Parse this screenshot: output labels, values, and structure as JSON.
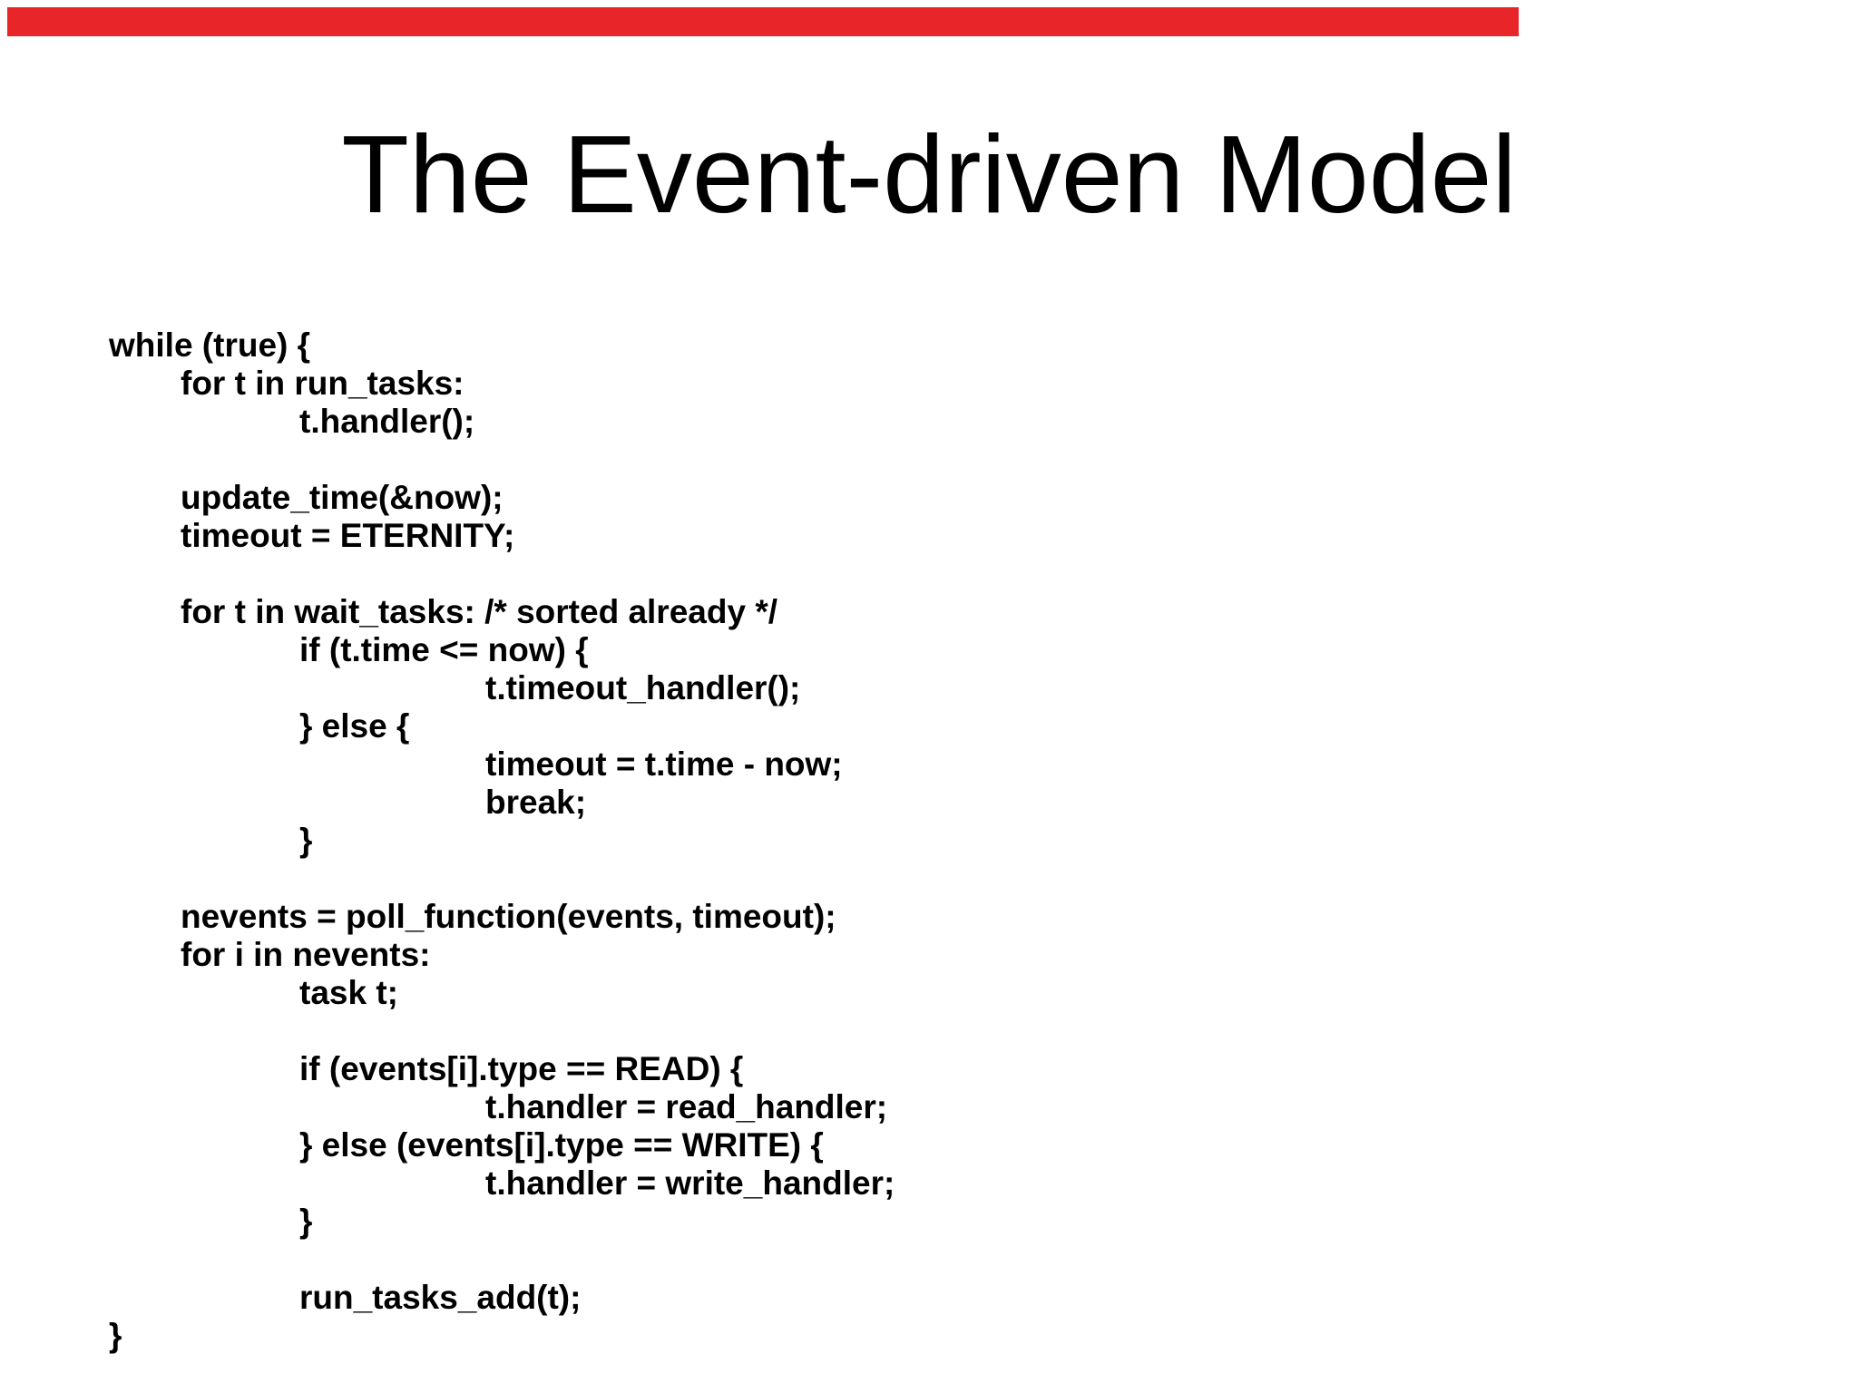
{
  "slide": {
    "title": "The Event-driven Model",
    "background_color": "#ffffff",
    "text_color": "#000000"
  },
  "top_bar": {
    "color": "#e8262a"
  },
  "code": {
    "lines": [
      {
        "text": "while (true) {",
        "indent": 0
      },
      {
        "text": "for t in run_tasks:",
        "indent": 1
      },
      {
        "text": "t.handler();",
        "indent": 2
      },
      {
        "text": "",
        "indent": 0
      },
      {
        "text": "update_time(&now);",
        "indent": 1
      },
      {
        "text": "timeout = ETERNITY;",
        "indent": 1
      },
      {
        "text": "",
        "indent": 0
      },
      {
        "text": "for t in wait_tasks: /* sorted already */",
        "indent": 1
      },
      {
        "text": "if (t.time <= now) {",
        "indent": 2
      },
      {
        "text": "t.timeout_handler();",
        "indent": 3
      },
      {
        "text": "} else {",
        "indent": 2
      },
      {
        "text": "timeout = t.time - now;",
        "indent": 3
      },
      {
        "text": "break;",
        "indent": 3
      },
      {
        "text": "}",
        "indent": 2
      },
      {
        "text": "",
        "indent": 0
      },
      {
        "text": "nevents = poll_function(events, timeout);",
        "indent": 1
      },
      {
        "text": "for i in nevents:",
        "indent": 1
      },
      {
        "text": "task t;",
        "indent": 2
      },
      {
        "text": "",
        "indent": 0
      },
      {
        "text": "if (events[i].type == READ) {",
        "indent": 2
      },
      {
        "text": "t.handler = read_handler;",
        "indent": 3
      },
      {
        "text": "} else (events[i].type == WRITE) {",
        "indent": 2
      },
      {
        "text": "t.handler = write_handler;",
        "indent": 3
      },
      {
        "text": "}",
        "indent": 2
      },
      {
        "text": "",
        "indent": 0
      },
      {
        "text": "run_tasks_add(t);",
        "indent": 2
      },
      {
        "text": "}",
        "indent": 0
      }
    ]
  }
}
